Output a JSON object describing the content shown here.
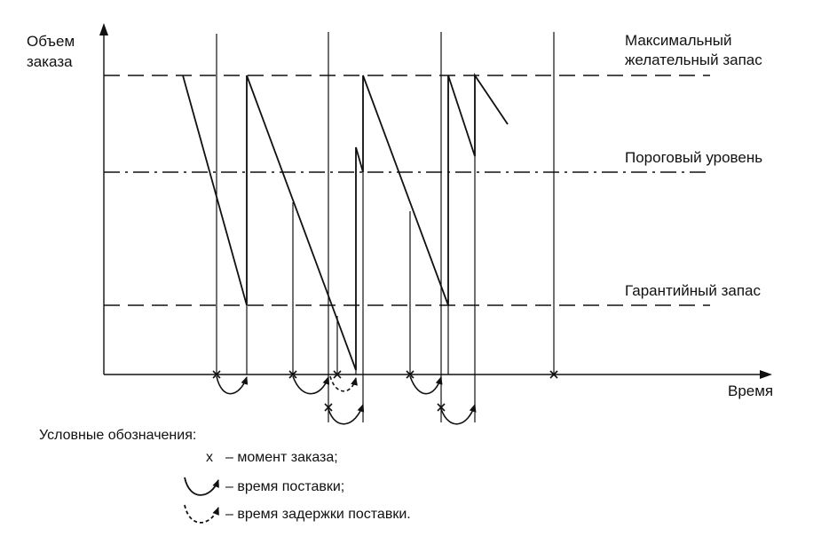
{
  "y_axis_label": [
    "Объем",
    "заказа"
  ],
  "x_axis_label": "Время",
  "levels": {
    "max": {
      "label": [
        "Максимальный",
        "желательный запас"
      ]
    },
    "threshold": {
      "label": [
        "Пороговый уровень"
      ]
    },
    "safety": {
      "label": [
        "Гарантийный запас"
      ]
    }
  },
  "legend": {
    "title": "Условные обозначения:",
    "order_marker": {
      "symbol": "x",
      "text": "– момент заказа;"
    },
    "delivery": {
      "text": "– время поставки;"
    },
    "delay": {
      "text": "– время задержки поставки."
    }
  },
  "icons": {
    "order_marker": "x-cross-icon",
    "delivery_arc": "solid-arrow-arc-icon",
    "delay_arc": "dashed-arrow-arc-icon"
  },
  "colors": {
    "ink": "#111111",
    "background": "#ffffff"
  }
}
